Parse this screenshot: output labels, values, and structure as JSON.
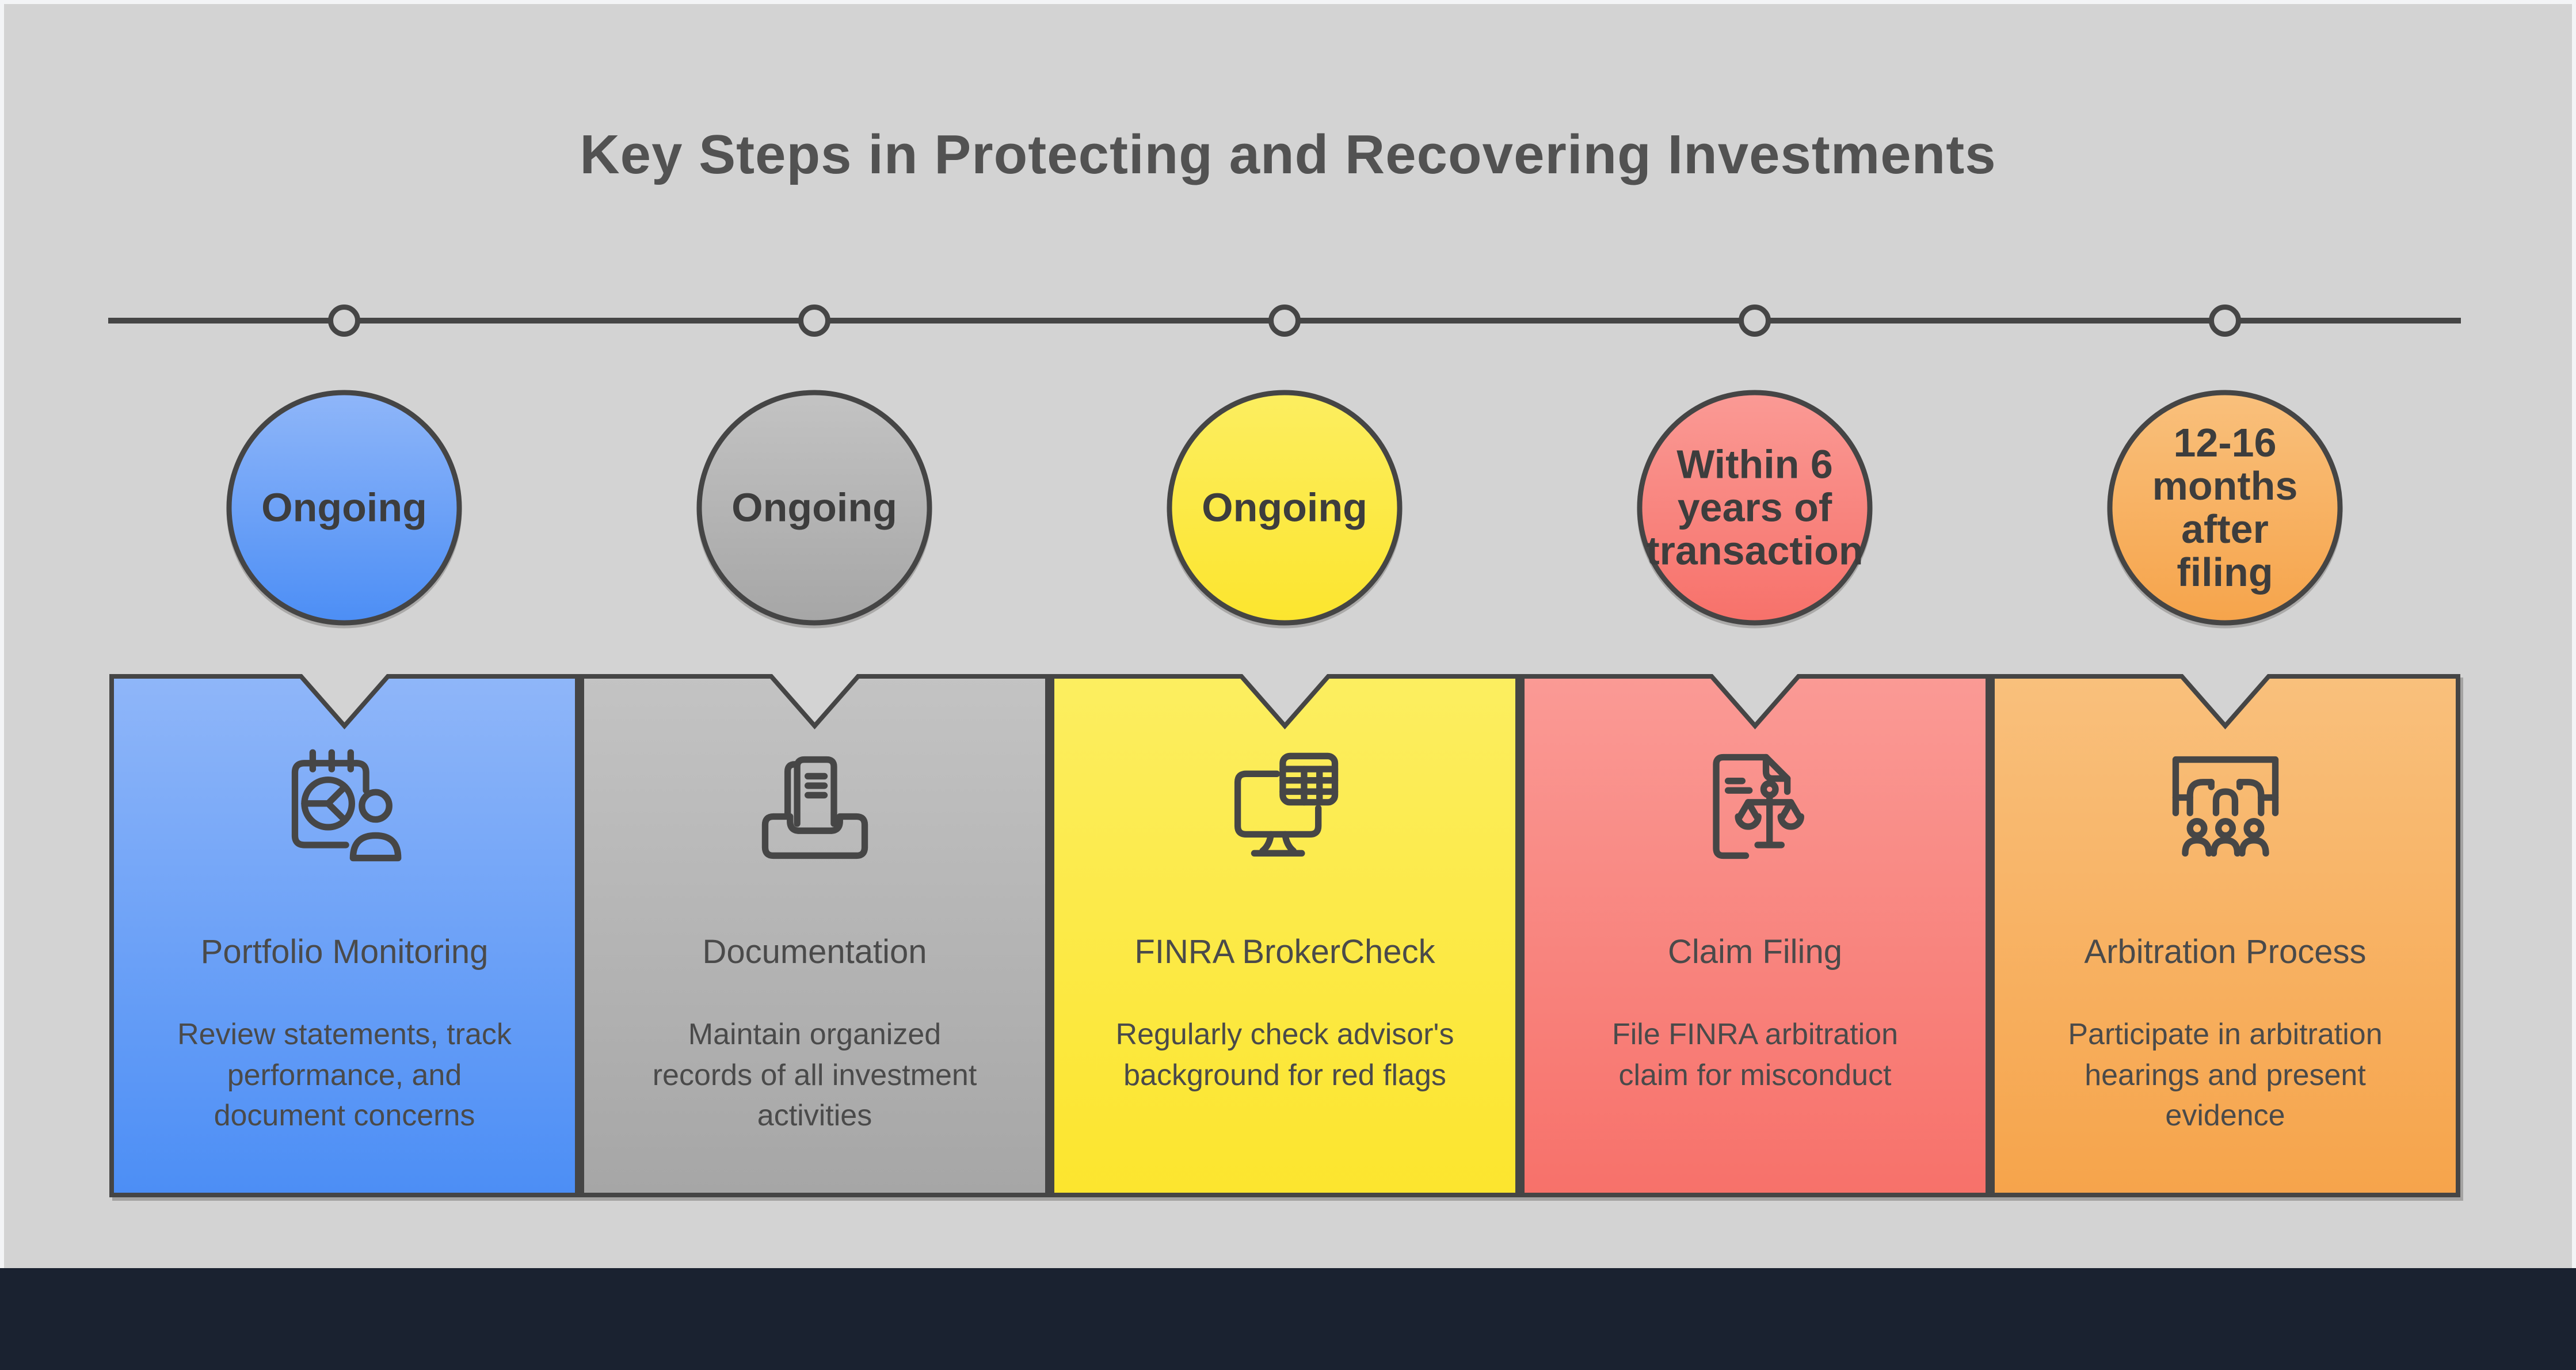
{
  "title": "Key Steps in Protecting and Recovering Investments",
  "colors": {
    "page_background": "#f3f4f6",
    "panel_background": "#d3d3d3",
    "footer_bar": "#1a2230",
    "timeline": "#454545",
    "outline": "#454545",
    "title_text": "#525252",
    "body_text": "#4a4a4a",
    "label_text": "#3d3d3d"
  },
  "steps": [
    {
      "timing": "Ongoing",
      "title": "Portfolio Monitoring",
      "description": "Review statements, track\nperformance, and\ndocument concerns",
      "icon": "calendar-pie-chart-person-icon",
      "color_top": "#8fb6f9",
      "color_bottom": "#4c8ef5"
    },
    {
      "timing": "Ongoing",
      "title": "Documentation",
      "description": "Maintain organized\nrecords of all investment\nactivities",
      "icon": "document-inbox-icon",
      "color_top": "#c3c3c3",
      "color_bottom": "#a6a6a6"
    },
    {
      "timing": "Ongoing",
      "title": "FINRA BrokerCheck",
      "description": "Regularly check advisor's\nbackground for red flags",
      "icon": "monitor-spreadsheet-icon",
      "color_top": "#fcee60",
      "color_bottom": "#fce52e"
    },
    {
      "timing": "Within 6\nyears of\ntransaction",
      "title": "Claim Filing",
      "description": "File FINRA arbitration\nclaim for misconduct",
      "icon": "document-scales-icon",
      "color_top": "#fa9a95",
      "color_bottom": "#f7716a"
    },
    {
      "timing": "12-16\nmonths\nafter\nfiling",
      "title": "Arbitration Process",
      "description": "Participate in arbitration\nhearings and present\nevidence",
      "icon": "arbitration-panel-icon",
      "color_top": "#f9c07c",
      "color_bottom": "#f6a44b"
    }
  ]
}
